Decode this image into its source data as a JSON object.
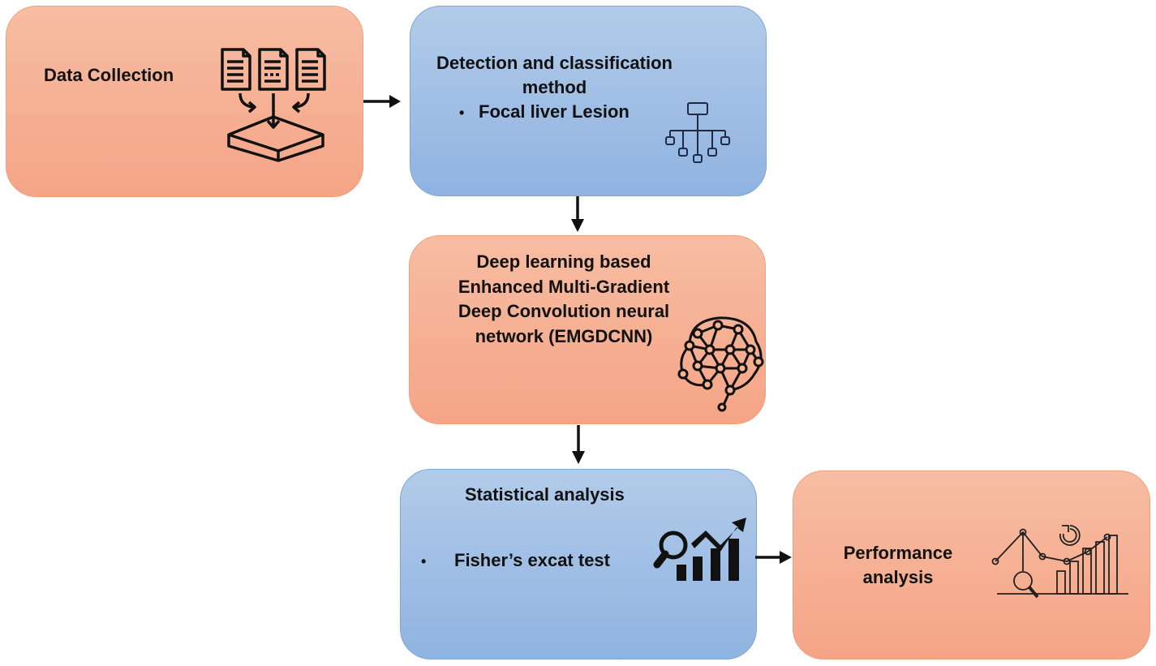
{
  "boxes": {
    "data_collection": {
      "title": "Data Collection"
    },
    "detection": {
      "title_line1": "Detection and classification",
      "title_line2": "method",
      "bullet": "Focal liver Lesion"
    },
    "deep_learning": {
      "line1": "Deep learning based",
      "line2": "Enhanced Multi-Gradient",
      "line3": "Deep Convolution neural",
      "line4": "network (EMGDCNN)"
    },
    "statistical": {
      "title": "Statistical analysis",
      "bullet": "Fisher’s excat test"
    },
    "performance": {
      "line1": "Performance",
      "line2": "analysis"
    }
  },
  "bullet_symbol": "•",
  "colors": {
    "orange_box": "#f5a486",
    "blue_box": "#8fb3e1",
    "arrow": "#111111"
  },
  "icons": [
    "documents-to-database-icon",
    "hierarchy-icon",
    "neural-brain-icon",
    "statistics-growth-icon",
    "performance-chart-icon"
  ]
}
